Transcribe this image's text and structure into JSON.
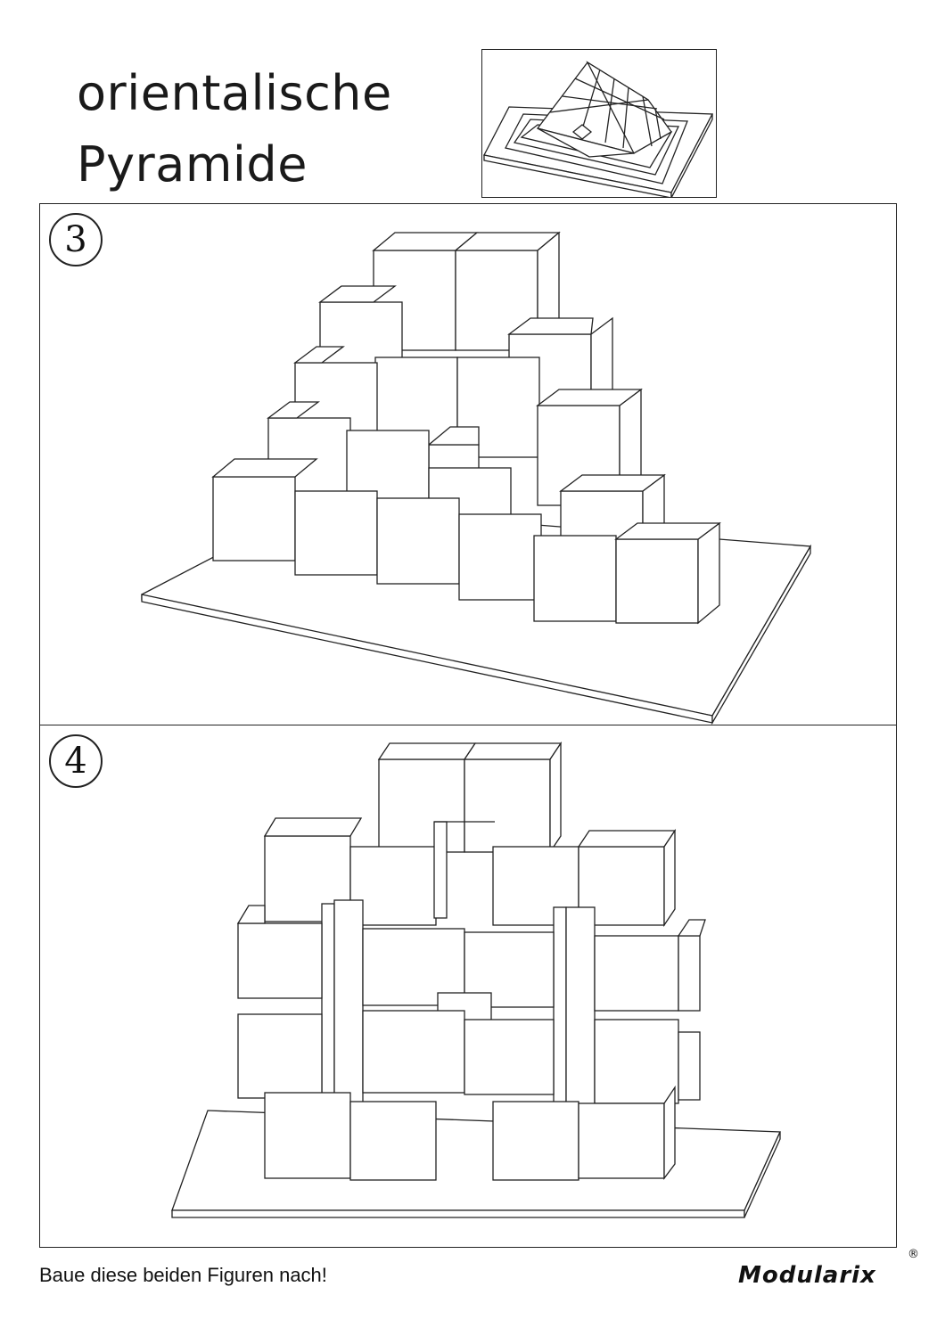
{
  "title": {
    "line1": "orientalische",
    "line2": "Pyramide"
  },
  "steps": [
    {
      "number": "3"
    },
    {
      "number": "4"
    }
  ],
  "footer": {
    "instruction": "Baue diese beiden Figuren nach!"
  },
  "brand": {
    "name": "Modularix",
    "mark": "®"
  }
}
